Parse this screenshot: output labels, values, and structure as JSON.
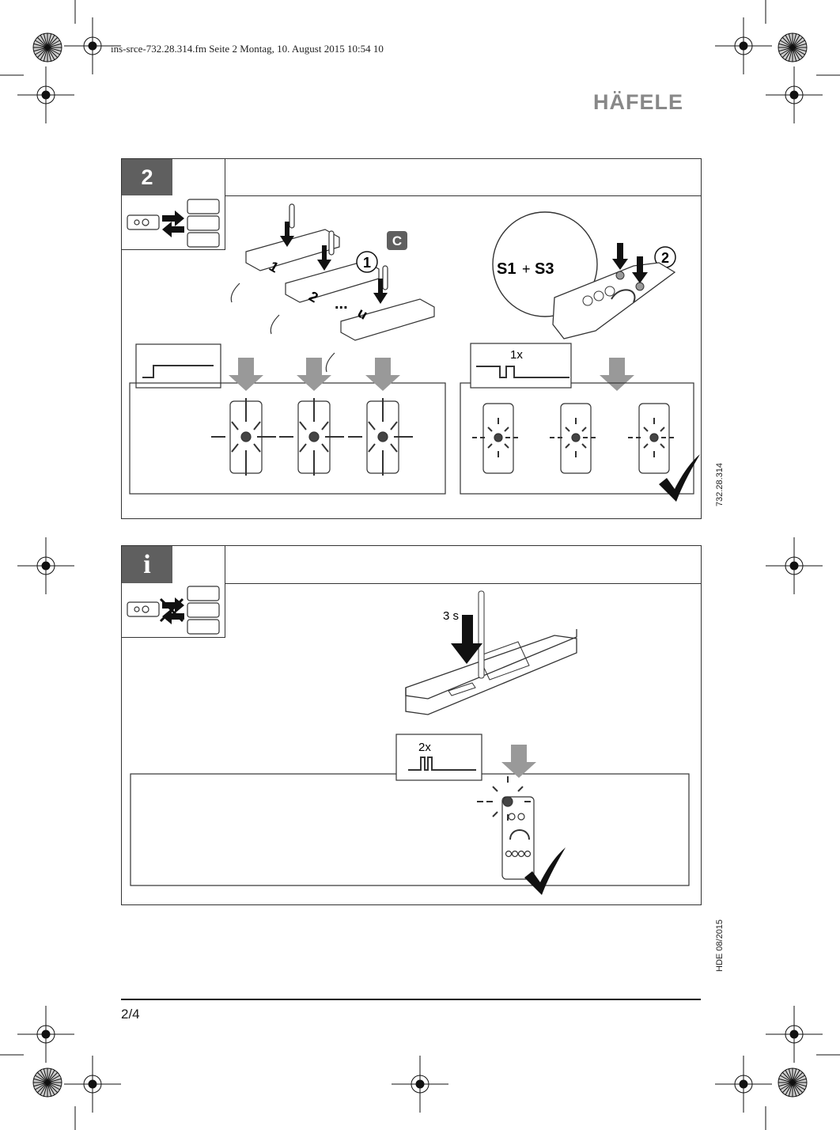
{
  "header": {
    "file_line": "ins-srce-732.28.314.fm  Seite 2  Montag, 10. August 2015  10:54 10",
    "brand": "HÄFELE"
  },
  "section_pair": {
    "step_number": "2",
    "device_labels": [
      "1",
      "2",
      "n"
    ],
    "ellipsis": "...",
    "channel_badge": "C",
    "step_markers": [
      "1",
      "2"
    ],
    "button_combo_left": "S1",
    "button_combo_plus": "+",
    "button_combo_right": "S3",
    "blink_count": "1x",
    "side_code": "732.28.314"
  },
  "section_info": {
    "icon": "i",
    "hold_time": "3 s",
    "blink_count": "2x",
    "side_code": "HDE 08/2015"
  },
  "footer": {
    "page": "2/4"
  }
}
